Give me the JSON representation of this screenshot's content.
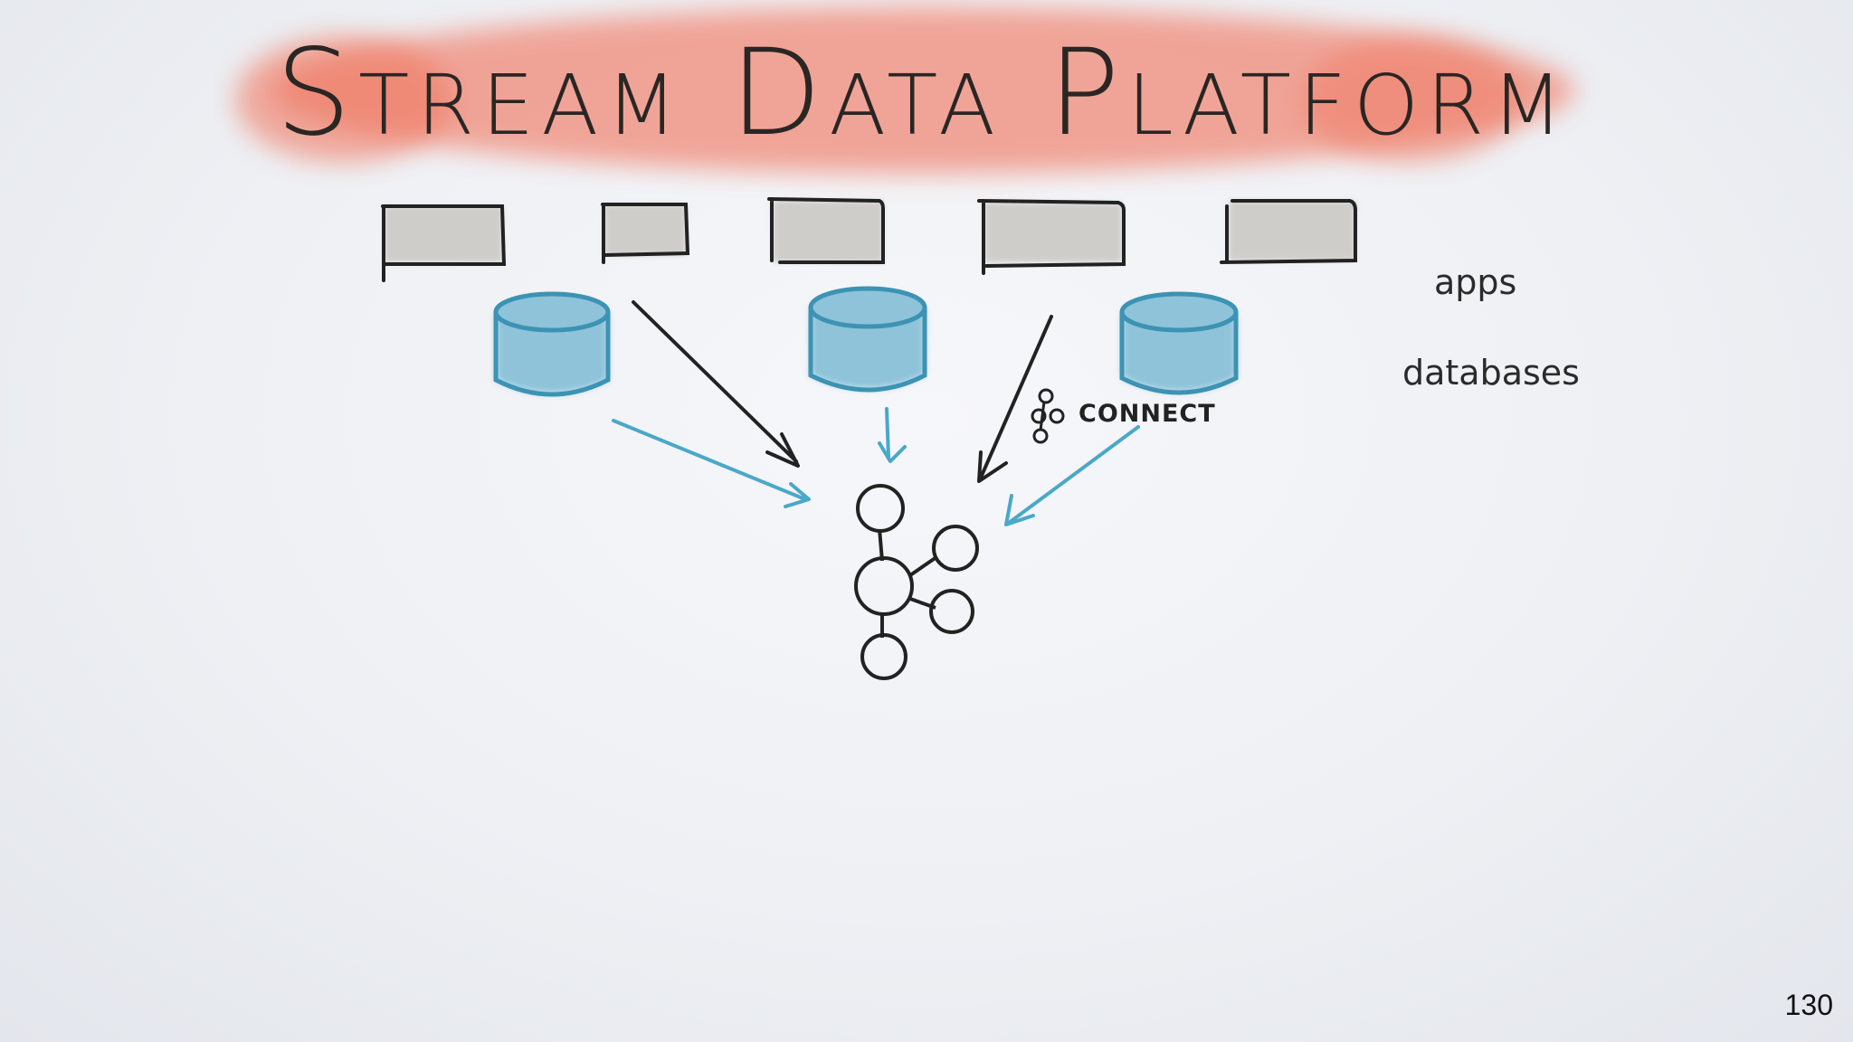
{
  "title": "Stream Data Platform",
  "labels": {
    "apps": "apps",
    "databases": "databases",
    "connect": "CONNECT"
  },
  "slide_number": "130",
  "colors": {
    "title_highlight": "#f08a78",
    "app_box_fill": "#cfcdca",
    "database_fill": "#8ec3da",
    "database_stroke": "#3c93b4",
    "arrow_blue": "#4aa8c8",
    "ink": "#222222"
  }
}
